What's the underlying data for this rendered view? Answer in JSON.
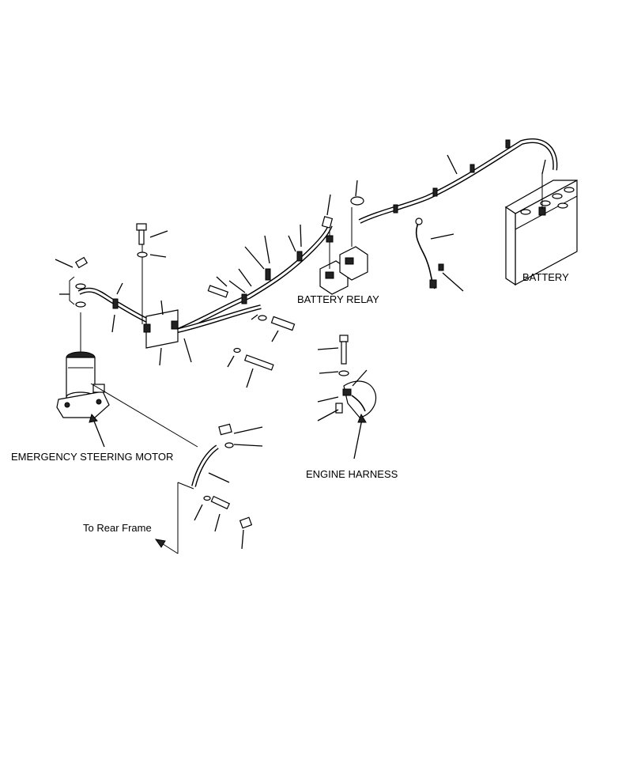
{
  "labels": {
    "battery": "BATTERY",
    "battery_relay": "BATTERY RELAY",
    "engine_harness": "ENGINE HARNESS",
    "emergency_steering_motor": "EMERGENCY STEERING MOTOR",
    "to_rear_frame": "To Rear Frame"
  },
  "icons": {
    "arrow": "arrow-left-down-icon"
  }
}
